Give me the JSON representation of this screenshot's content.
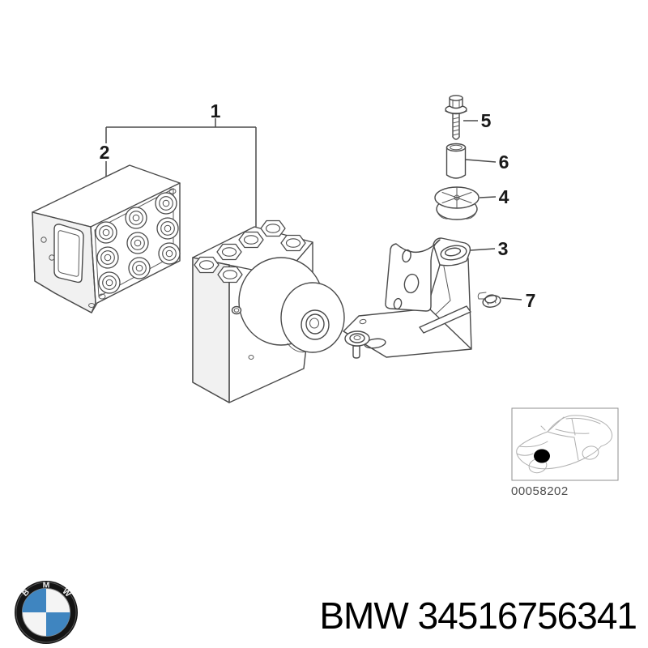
{
  "diagram": {
    "callouts": [
      {
        "label": "1"
      },
      {
        "label": "2"
      },
      {
        "label": "3"
      },
      {
        "label": "4"
      },
      {
        "label": "5"
      },
      {
        "label": "6"
      },
      {
        "label": "7"
      }
    ],
    "thumbnail": {
      "code": "00058202"
    }
  },
  "footer": {
    "brand": "BMW",
    "part_number": "34516756341",
    "label": "BMW 34516756341",
    "logo_letters": [
      "B",
      "M",
      "W"
    ]
  },
  "colors": {
    "background": "#ffffff",
    "line_art": "#4a4a4a",
    "callout_text": "#1a1a1a",
    "thumbnail_line": "#b0b0b0",
    "thumbnail_text": "#4f4f4f",
    "logo_black": "#141414",
    "logo_blue": "#3f85c0",
    "part_number_text": "#000000"
  }
}
